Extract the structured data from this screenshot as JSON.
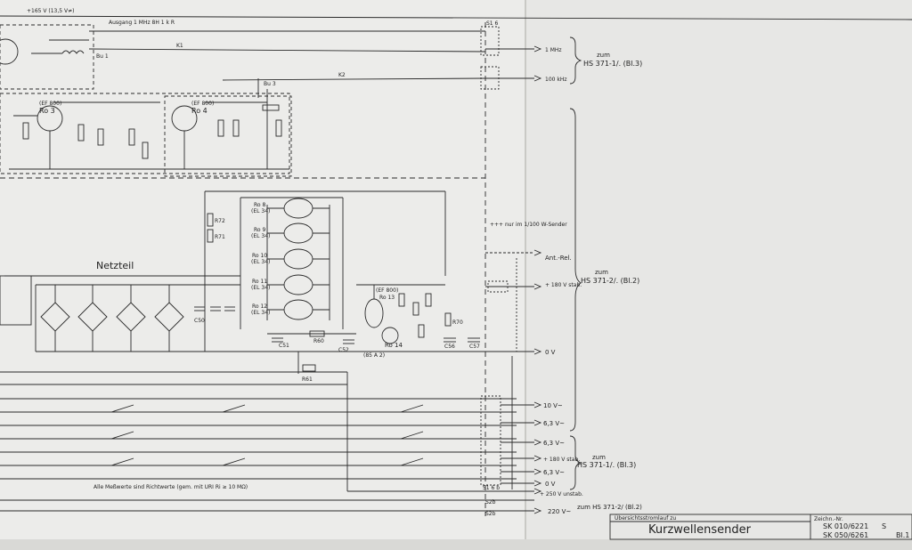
{
  "labels": {
    "ausgang": "Ausgang 1 MHz 8H 1 k R",
    "v165": "+165 V (13,5 V≠)",
    "ro3": "Ro 3",
    "ef800a": "(EF 800)",
    "ro4": "Ro 4",
    "ef800b": "(EF 800)",
    "bu1": "Bu 1",
    "bu3": "Bu 3",
    "k1": "K1",
    "k2": "K2",
    "s16": "S1 6",
    "f1mhz": "1 MHz",
    "f100khz": "100 kHz",
    "zum1": "zum",
    "hs371_1": "HS 371-1/. (Bl.3)",
    "zum2": "zum",
    "hs371_2": "HS 371-2/. (Bl.2)",
    "zum3": "zum",
    "hs371_1b": "HS 371-1/. (Bl.3)",
    "netzteil": "Netzteil",
    "ro8": "Ro 8",
    "el34a": "(EL 34)",
    "ro9": "Ro 9",
    "el34b": "(EL 34)",
    "ro10": "Ro 10",
    "el34c": "(EL 34)",
    "ro11": "Ro 11",
    "el34d": "(EL 34)",
    "ro12": "Ro 12",
    "el34e": "(EL 34)",
    "r72": "R72",
    "r71": "R71",
    "ro13": "Ro 13",
    "ef800c": "(EF 800)",
    "ro14": "Ro 14",
    "ro14t": "(85 A 2)",
    "r70": "R70",
    "r60": "R60",
    "r61": "R61",
    "c50": "C50",
    "c51": "C51",
    "c52": "C52",
    "c56": "C56",
    "c57": "C57",
    "antrel": "Ant.-Rel.",
    "nur100": "+++ nur im 1/100 W-Sender",
    "v180stab": "+ 180 V stab.",
    "v0a": "0 V",
    "v10": "10 V~",
    "v63a": "6,3 V~",
    "v63b": "6,3 V~",
    "v63c": "6,3 V~",
    "v180b": "+ 180 V stab.",
    "v0b": "0 V",
    "v250": "+ 250 V unstab.",
    "v220": "220 V~",
    "zumbottom": "zum HS 371-2/ (Bl.2)",
    "s16b": "S1 6 b",
    "s2b1": "S2b",
    "s2b2": "S2b",
    "messwerte": "Alle Meßwerte sind Richtwerte (gem. mit URI Ri ≥ 10 MΩ)",
    "uebersicht": "Übersichtsstromlauf zu",
    "titleblock": "Kurzwellensender",
    "zeichn": "Zeichn.-Nr.",
    "sk1": "SK 010/6221",
    "sk2": "SK 050/6261",
    "sheet": "S",
    "bl": "Bl.1"
  }
}
